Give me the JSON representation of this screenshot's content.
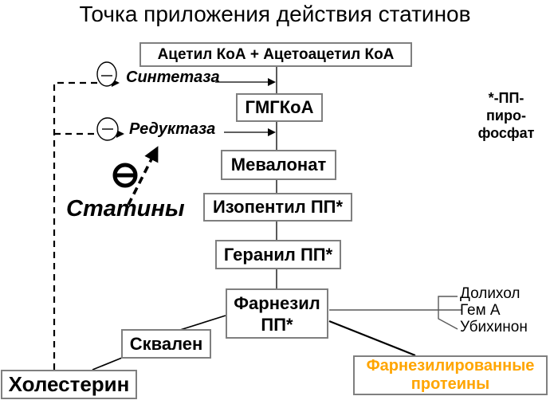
{
  "title": "Точка приложения действия статинов",
  "boxes": {
    "acetyl": "Ацетил КоА + Ацетоацетил КоА",
    "hmgcoa": "ГМГКоА",
    "mevalonate": "Мевалонат",
    "isopentyl": "Изопентил ПП*",
    "geranyl": "Геранил ПП*",
    "farnesyl_line1": "Фарнезил",
    "farnesyl_line2": "ПП*",
    "squalene": "Сквален",
    "cholesterol": "Холестерин",
    "farnesylated_line1": "Фарнезилированные",
    "farnesylated_line2": "протеины"
  },
  "enzymes": {
    "synthetase": "Синтетаза",
    "reductase": "Редуктаза"
  },
  "inhibitor": {
    "label": "Статины",
    "symbol": "minus-in-circle"
  },
  "footnote": {
    "line1": "*-ПП-",
    "line2": "пиро-",
    "line3": "фосфат"
  },
  "products": {
    "dolichol": "Долихол",
    "heme_a": "Гем А",
    "ubiquinone": "Убихинон"
  },
  "colors": {
    "accent_orange": "#FFA500",
    "box_border": "#7f7f7f",
    "line_black": "#000000",
    "line_gray": "#595959"
  }
}
